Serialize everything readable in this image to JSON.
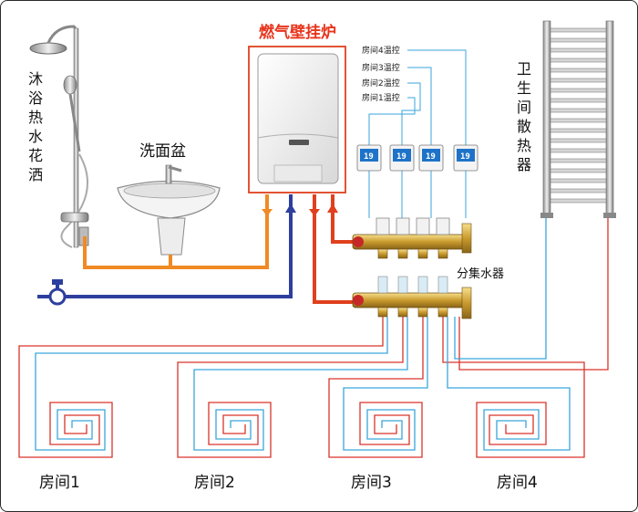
{
  "boiler": {
    "title": "燃气壁挂炉"
  },
  "shower": {
    "label_chars": [
      "沐",
      "浴",
      "热",
      "水",
      "花",
      "洒"
    ]
  },
  "basin": {
    "label": "洗面盆"
  },
  "radiator": {
    "label_chars": [
      "卫",
      "生",
      "间",
      "散",
      "热",
      "器"
    ]
  },
  "manifold": {
    "label": "分集水器"
  },
  "thermostats": [
    {
      "label": "房间4温控",
      "display": "19"
    },
    {
      "label": "房间3温控",
      "display": "19"
    },
    {
      "label": "房间2温控",
      "display": "19"
    },
    {
      "label": "房间1温控",
      "display": "19"
    }
  ],
  "rooms": [
    {
      "label": "房间1"
    },
    {
      "label": "房间2"
    },
    {
      "label": "房间3"
    },
    {
      "label": "房间4"
    }
  ],
  "colors": {
    "hot_pipe": "#e0401e",
    "hot_water_pipe": "#f08a24",
    "cold_pipe": "#2d3f9e",
    "floor_supply": "#d9342b",
    "floor_return": "#3aa6dc",
    "boiler_title": "#e8341c",
    "thermostat_body": "#1e73c8"
  }
}
